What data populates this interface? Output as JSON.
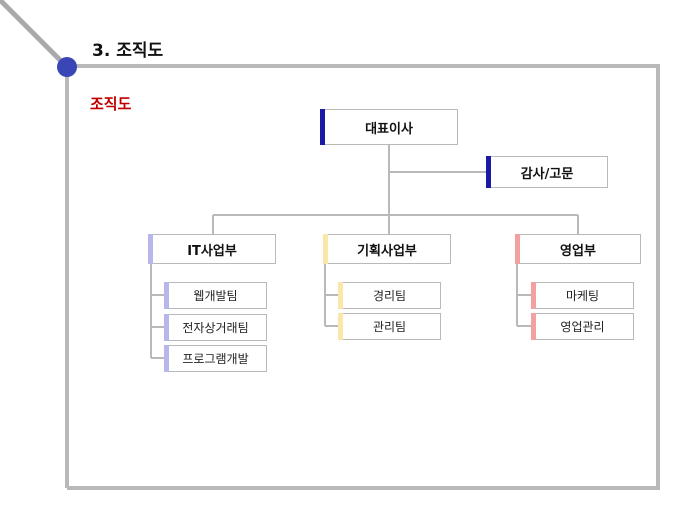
{
  "page": {
    "title": "3. 조직도",
    "section_label": "조직도"
  },
  "org": {
    "ceo": "대표이사",
    "advisor": "감사/고문",
    "departments": [
      {
        "name": "IT사업부",
        "teams": [
          "웹개발팀",
          "전자상거래팀",
          "프로그램개발"
        ]
      },
      {
        "name": "기획사업부",
        "teams": [
          "경리팀",
          "관리팀"
        ]
      },
      {
        "name": "영업부",
        "teams": [
          "마케팅",
          "영업관리"
        ]
      }
    ]
  },
  "colors": {
    "ceo_bar": "#1a1aa6",
    "it_bar": "#b7b7ee",
    "planning_bar": "#fbe7a8",
    "sales_bar": "#f2a0a0",
    "accent_dot": "#3b46b6",
    "frame": "#b9b9b9",
    "connector": "#b9b9b9",
    "section_label": "#c00000"
  }
}
